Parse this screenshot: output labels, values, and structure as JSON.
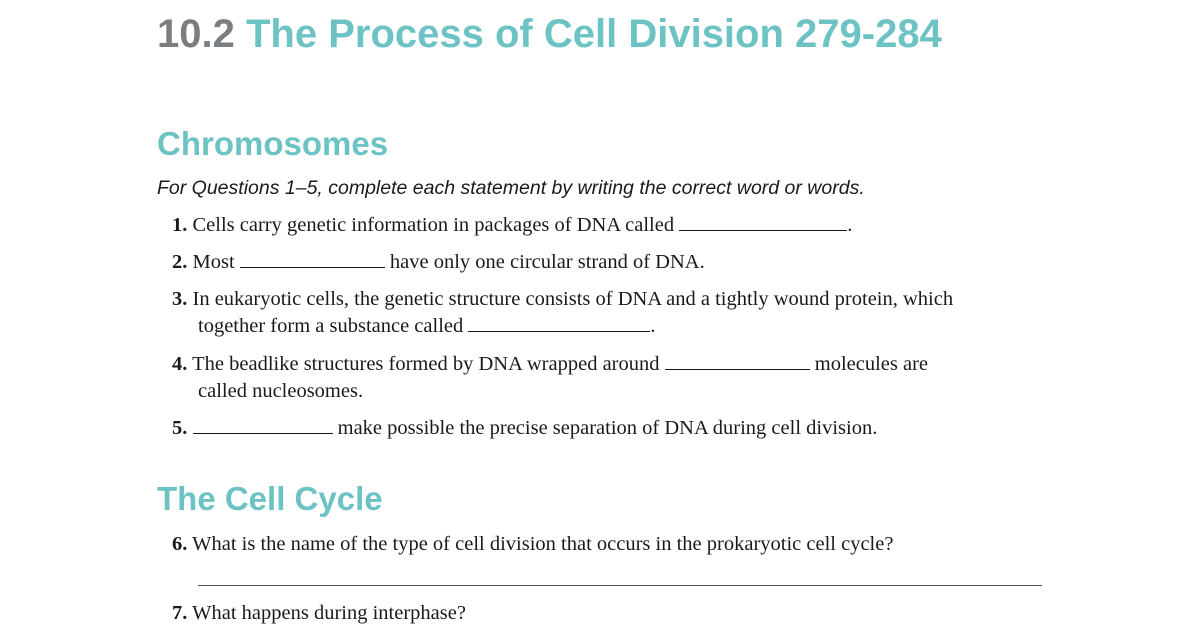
{
  "header": {
    "number": "10.2",
    "title": "The Process of Cell Division 279-284"
  },
  "sections": [
    {
      "heading": "Chromosomes",
      "instructions": "For Questions 1–5, complete each statement by writing the correct word or words."
    },
    {
      "heading": "The Cell Cycle"
    }
  ],
  "questions": {
    "q1": {
      "num": "1.",
      "before": "Cells carry genetic information in packages of DNA called",
      "after": "."
    },
    "q2": {
      "num": "2.",
      "before": "Most",
      "after": "have only one circular strand of DNA."
    },
    "q3": {
      "num": "3.",
      "line1": "In eukaryotic cells, the genetic structure consists of DNA and a tightly wound protein, which",
      "line2_before": "together form a substance called",
      "after": "."
    },
    "q4": {
      "num": "4.",
      "before": "The beadlike structures formed by DNA wrapped around",
      "after": "molecules are",
      "line2": "called nucleosomes."
    },
    "q5": {
      "num": "5.",
      "after": "make possible the precise separation of DNA during cell division."
    },
    "q6": {
      "num": "6.",
      "text": "What is the name of the type of cell division that occurs in the prokaryotic cell cycle?"
    },
    "q7": {
      "num": "7.",
      "text": "What happens during interphase?"
    }
  }
}
